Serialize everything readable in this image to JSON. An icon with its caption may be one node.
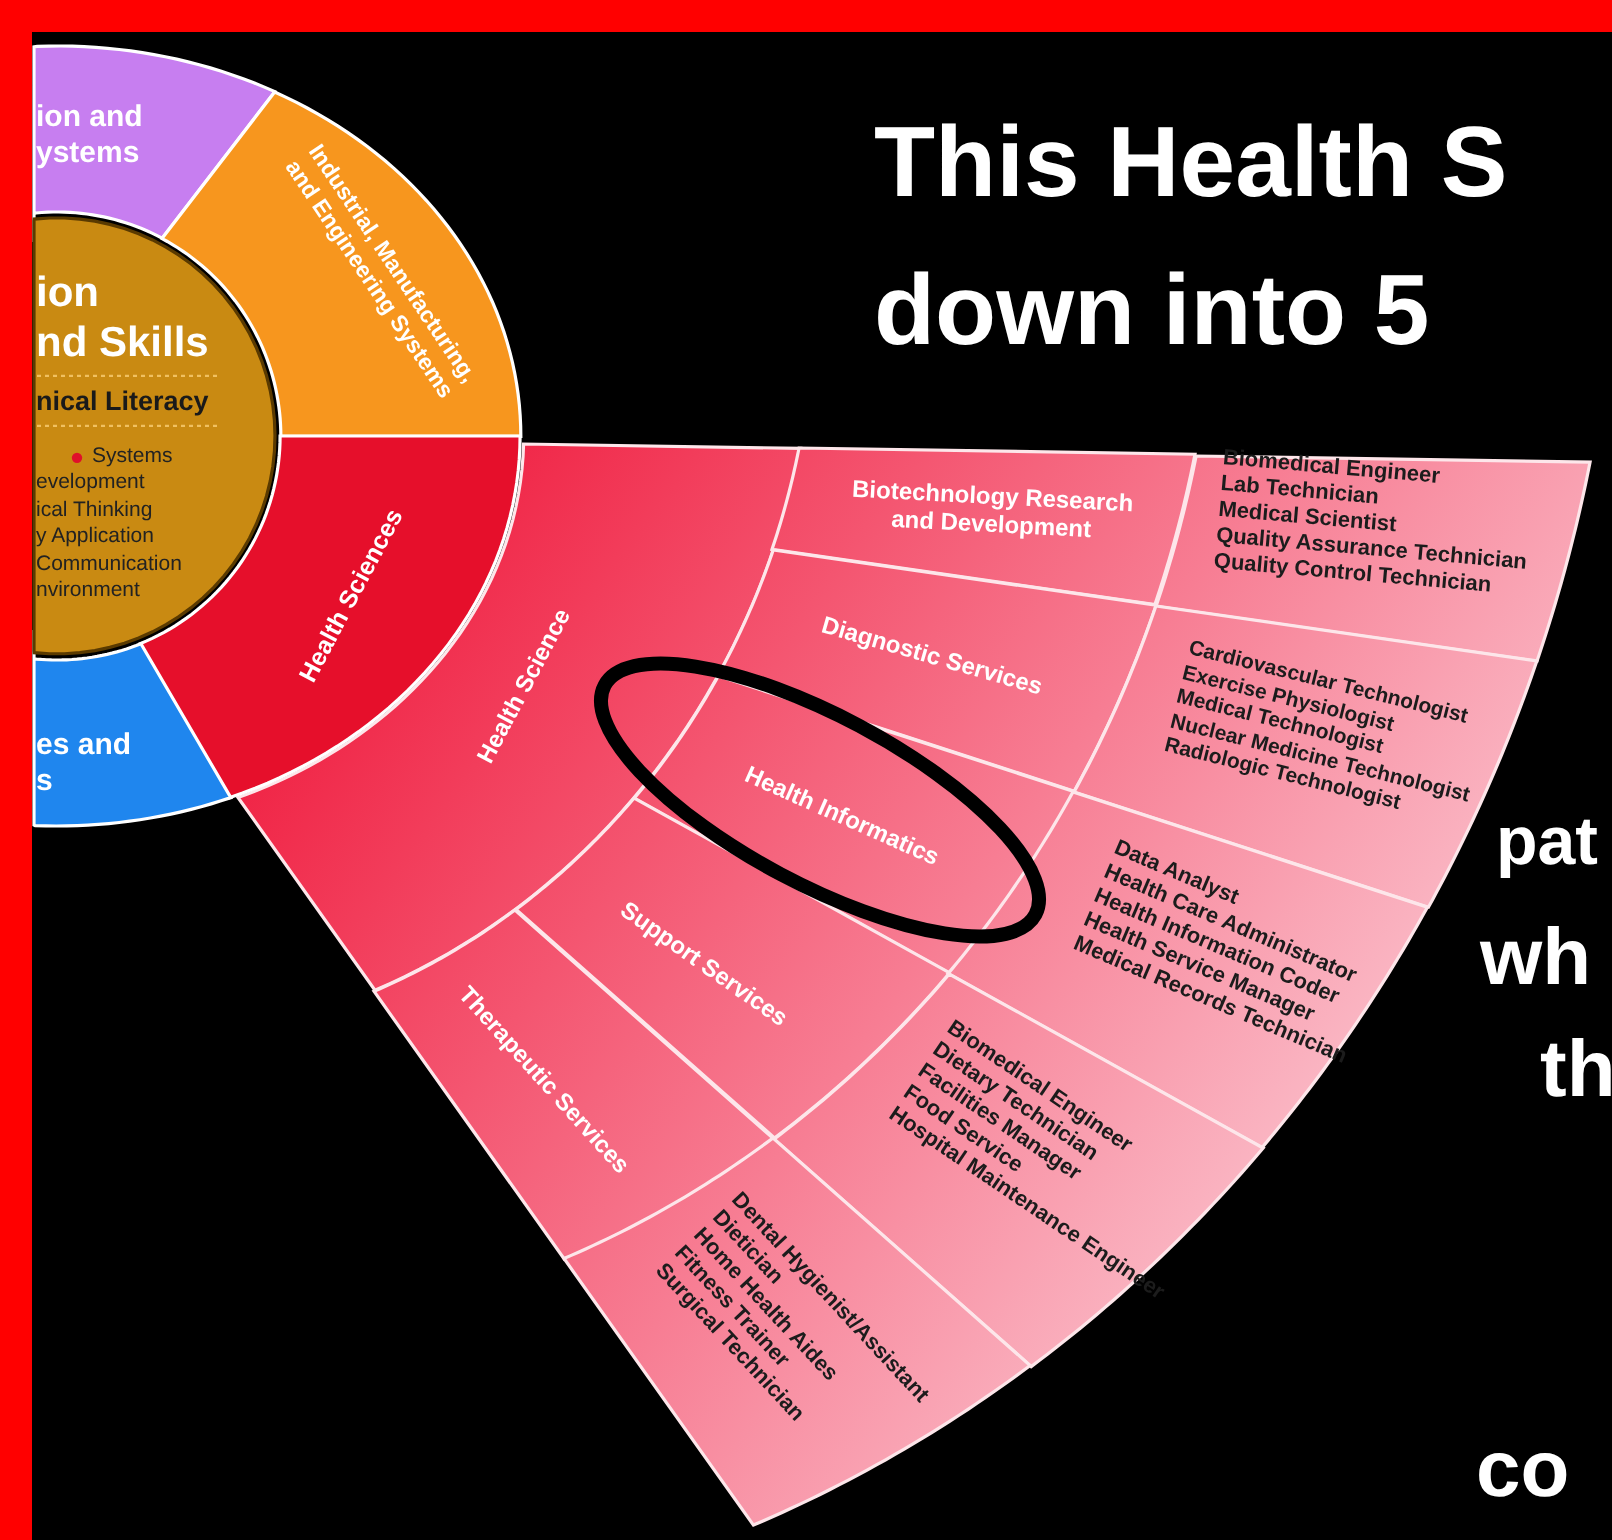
{
  "diagram": {
    "title": "This Health S down into 5",
    "nodes": [
      {
        "text": [
          "ion and ystems"
        ]
      },
      {
        "text": [
          "ion",
          "nd Skills",
          "nical Literacy",
          "Systems",
          "evelopment",
          "ical Thinking",
          "y Application",
          "Communication",
          "nvironment"
        ]
      },
      {
        "text": [
          "Industrial, Manufacturing, and Engineering Systems"
        ]
      },
      {
        "text": [
          "Health Sciences"
        ]
      },
      {
        "text": [
          "es and s"
        ]
      },
      {
        "text": [
          "Health Science"
        ]
      },
      {
        "text": [
          "Biotechnology Research and Development"
        ]
      },
      {
        "text": [
          "Diagnostic Services"
        ]
      },
      {
        "text": [
          "Health Informatics"
        ]
      },
      {
        "text": [
          "Support Services"
        ]
      },
      {
        "text": [
          "Therapeutic Services"
        ]
      },
      {
        "text": [
          "Biomedical Engineer",
          "Lab Technician",
          "Medical Scientist",
          "Quality Assurance Technician",
          "Quality Control Technician"
        ]
      },
      {
        "text": [
          "Cardiovascular Technologist",
          "Exercise Physiologist",
          "Medical Technologist",
          "Nuclear Medicine Technologist",
          "Radiologic Technologist"
        ]
      },
      {
        "text": [
          "Data Analyst",
          "Health Care Administrator",
          "Health Information Coder",
          "Health Service Manager",
          "Medical Records Technician"
        ]
      },
      {
        "text": [
          "Biomedical Engineer",
          "Dietary Technician",
          "Facilities Manager",
          "Food Service",
          "Hospital Maintenance Engineer"
        ]
      },
      {
        "text": [
          "Dental Hygienist/Assistant",
          "Dietician",
          "Home Health Aides",
          "Fitness Trainer",
          "Surgical Technician"
        ]
      }
    ],
    "labels": [
      "pat",
      "wh",
      "th",
      "co"
    ]
  }
}
